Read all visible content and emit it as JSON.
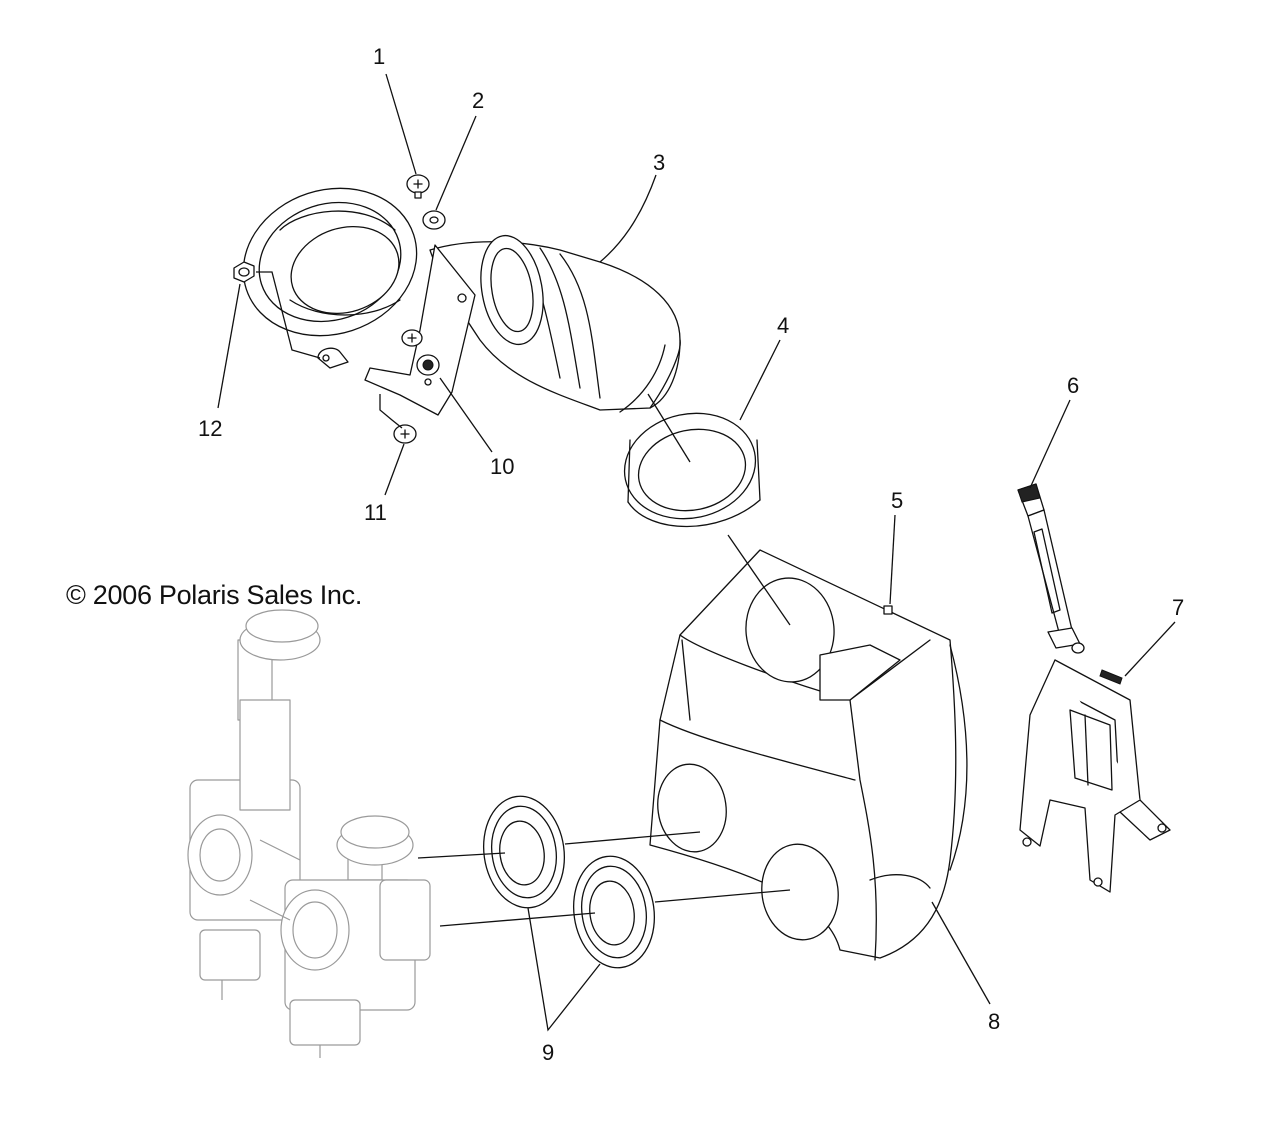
{
  "copyright": "© 2006 Polaris Sales Inc.",
  "callouts": {
    "c1": "1",
    "c2": "2",
    "c3": "3",
    "c4": "4",
    "c5": "5",
    "c6": "6",
    "c7": "7",
    "c8": "8",
    "c9": "9",
    "c10": "10",
    "c11": "11",
    "c12": "12"
  }
}
